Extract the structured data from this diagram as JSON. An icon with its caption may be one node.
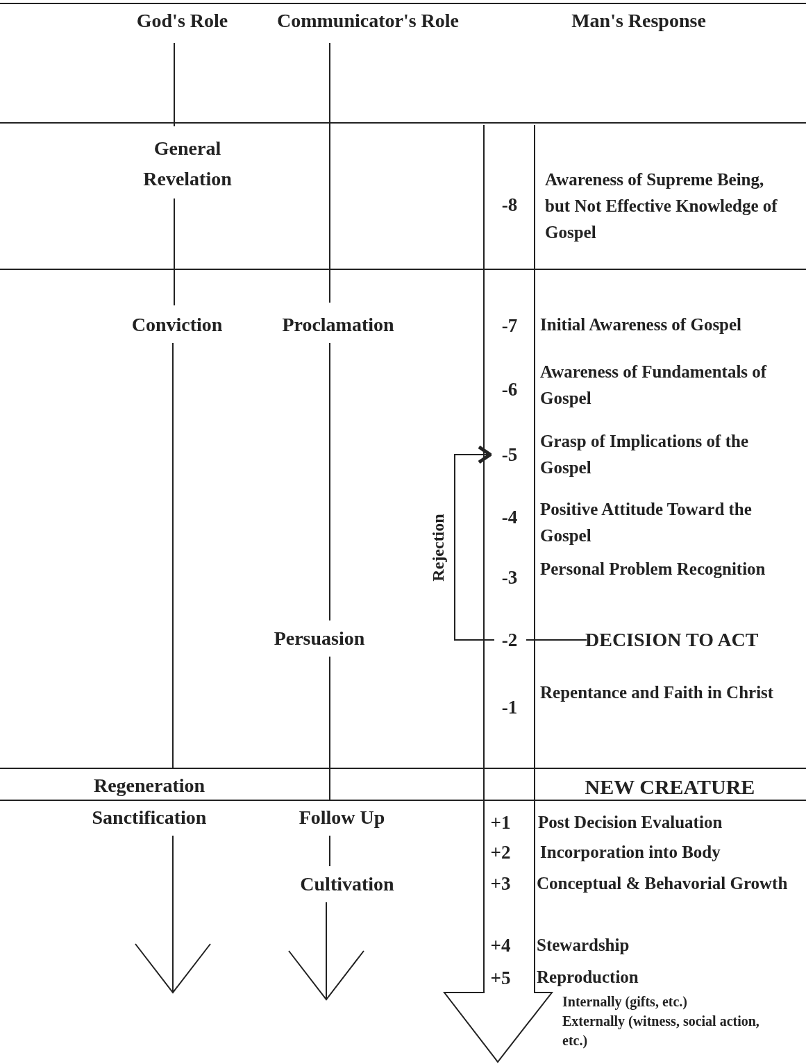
{
  "diagram": {
    "nodes": [
      {
        "text": [
          "God's Role"
        ]
      },
      {
        "text": [
          "Communicator's Role"
        ]
      },
      {
        "text": [
          "Man's Response"
        ]
      },
      {
        "text": [
          "General Revelation"
        ]
      },
      {
        "text": [
          "Conviction"
        ]
      },
      {
        "text": [
          "Proclamation"
        ]
      },
      {
        "text": [
          "Persuasion"
        ]
      },
      {
        "text": [
          "Regeneration"
        ]
      },
      {
        "text": [
          "Sanctification"
        ]
      },
      {
        "text": [
          "Follow Up"
        ]
      },
      {
        "text": [
          "Cultivation"
        ]
      },
      {
        "text": [
          "-8"
        ],
        "beside": [
          "Awareness of Supreme Being, but Not Effective Knowledge of Gospel"
        ]
      },
      {
        "text": [
          "-7"
        ],
        "beside": [
          "Initial Awareness of Gospel"
        ]
      },
      {
        "text": [
          "-6"
        ],
        "beside": [
          "Awareness of Fundamentals of Gospel"
        ]
      },
      {
        "text": [
          "-5"
        ],
        "beside": [
          "Grasp of Implications of the Gospel"
        ]
      },
      {
        "text": [
          "-4"
        ],
        "beside": [
          "Positive Attitude Toward the Gospel"
        ]
      },
      {
        "text": [
          "-3"
        ],
        "beside": [
          "Personal Problem Recognition"
        ]
      },
      {
        "text": [
          "-2"
        ]
      },
      {
        "text": [
          "DECISION TO ACT"
        ]
      },
      {
        "text": [
          "-1"
        ],
        "beside": [
          "Repentance and Faith in Christ"
        ]
      },
      {
        "text": [
          "+1"
        ],
        "beside": [
          "Post Decision Evaluation"
        ]
      },
      {
        "text": [
          "+2"
        ],
        "beside": [
          "Incorporation into Body"
        ]
      },
      {
        "text": [
          "+3"
        ],
        "beside": [
          "Conceptual & Behavorial Growth"
        ]
      },
      {
        "text": [
          "+4"
        ],
        "beside": [
          "Stewardship"
        ]
      },
      {
        "text": [
          "+5"
        ],
        "beside": [
          "Reproduction",
          "Internally (gifts, etc.)",
          "Externally (witness, social action, etc.)"
        ]
      }
    ],
    "edges": [
      {
        "from": 0,
        "to": 3,
        "arrow": "none"
      },
      {
        "from": 3,
        "to": 4,
        "arrow": "none"
      },
      {
        "from": 4,
        "to": 7,
        "arrow": "none"
      },
      {
        "from": 8,
        "to": null,
        "arrow": "to"
      },
      {
        "from": 1,
        "to": 5,
        "arrow": "none"
      },
      {
        "from": 5,
        "to": 6,
        "arrow": "none"
      },
      {
        "from": 6,
        "to": 9,
        "arrow": "none"
      },
      {
        "from": 9,
        "to": 10,
        "arrow": "none"
      },
      {
        "from": 10,
        "to": null,
        "arrow": "to"
      },
      {
        "from": 17,
        "to": 14,
        "arrow": "to",
        "label": "Rejection"
      },
      {
        "from": 17,
        "to": 18,
        "arrow": "none"
      }
    ],
    "labels": [
      "NEW CREATURE"
    ]
  }
}
